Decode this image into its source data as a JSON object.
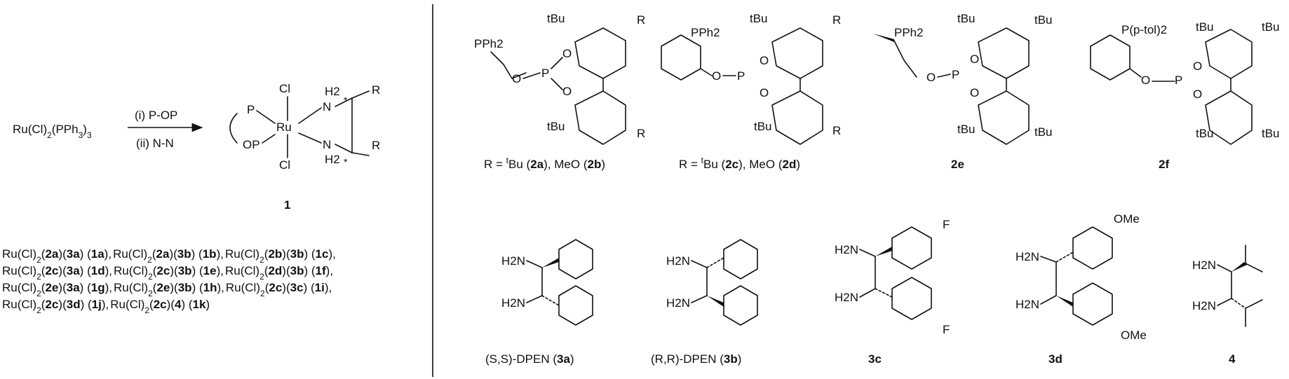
{
  "reaction": {
    "reactant": "Ru(Cl)2(PPh3)3",
    "step1": "(i) P-OP",
    "step2": "(ii) N-N",
    "product_number": "1",
    "atoms": {
      "ru": "Ru",
      "cl": "Cl",
      "p": "P",
      "op": "OP",
      "nh2": "H2",
      "n": "N",
      "r": "R",
      "star": "*"
    }
  },
  "compound_list": [
    [
      "Ru(Cl)2(2a)(3a) (1a), ",
      "Ru(Cl)2(2a)(3b) (1b), ",
      "Ru(Cl)2(2b)(3b) (1c),"
    ],
    [
      "Ru(Cl)2(2c)(3a) (1d), ",
      "Ru(Cl)2(2c)(3b) (1e), ",
      "Ru(Cl)2(2d)(3b) (1f),"
    ],
    [
      "Ru(Cl)2(2e)(3a) (1g), ",
      "Ru(Cl)2(2e)(3b) (1h), ",
      "Ru(Cl)2(2c)(3c) (1i),"
    ],
    [
      "Ru(Cl)2(2c)(3d) (1j), ",
      "Ru(Cl)2(2c)(4) (1k)"
    ]
  ],
  "ligands": [
    {
      "id": "2ab",
      "caption": "R = tBu (2a), MeO (2b)",
      "p_group": "PPh2",
      "sub": "R",
      "tbu": "tBu"
    },
    {
      "id": "2cd",
      "caption": "R = tBu (2c), MeO (2d)",
      "p_group": "PPh2",
      "sub": "R",
      "tbu": "tBu"
    },
    {
      "id": "2e",
      "caption": "2e",
      "p_group": "PPh2",
      "tbu": "tBu"
    },
    {
      "id": "2f",
      "caption": "2f",
      "p_group": "P(p-tol)2",
      "tbu": "tBu"
    }
  ],
  "diamines": [
    {
      "id": "3a",
      "caption": "(S,S)-DPEN (3a)",
      "amine": "H2N"
    },
    {
      "id": "3b",
      "caption": "(R,R)-DPEN (3b)",
      "amine": "H2N"
    },
    {
      "id": "3c",
      "caption": "3c",
      "amine": "H2N",
      "sub": "F"
    },
    {
      "id": "3d",
      "caption": "3d",
      "amine": "H2N",
      "sub": "OMe"
    },
    {
      "id": "4",
      "caption": "4",
      "amine": "H2N"
    }
  ]
}
